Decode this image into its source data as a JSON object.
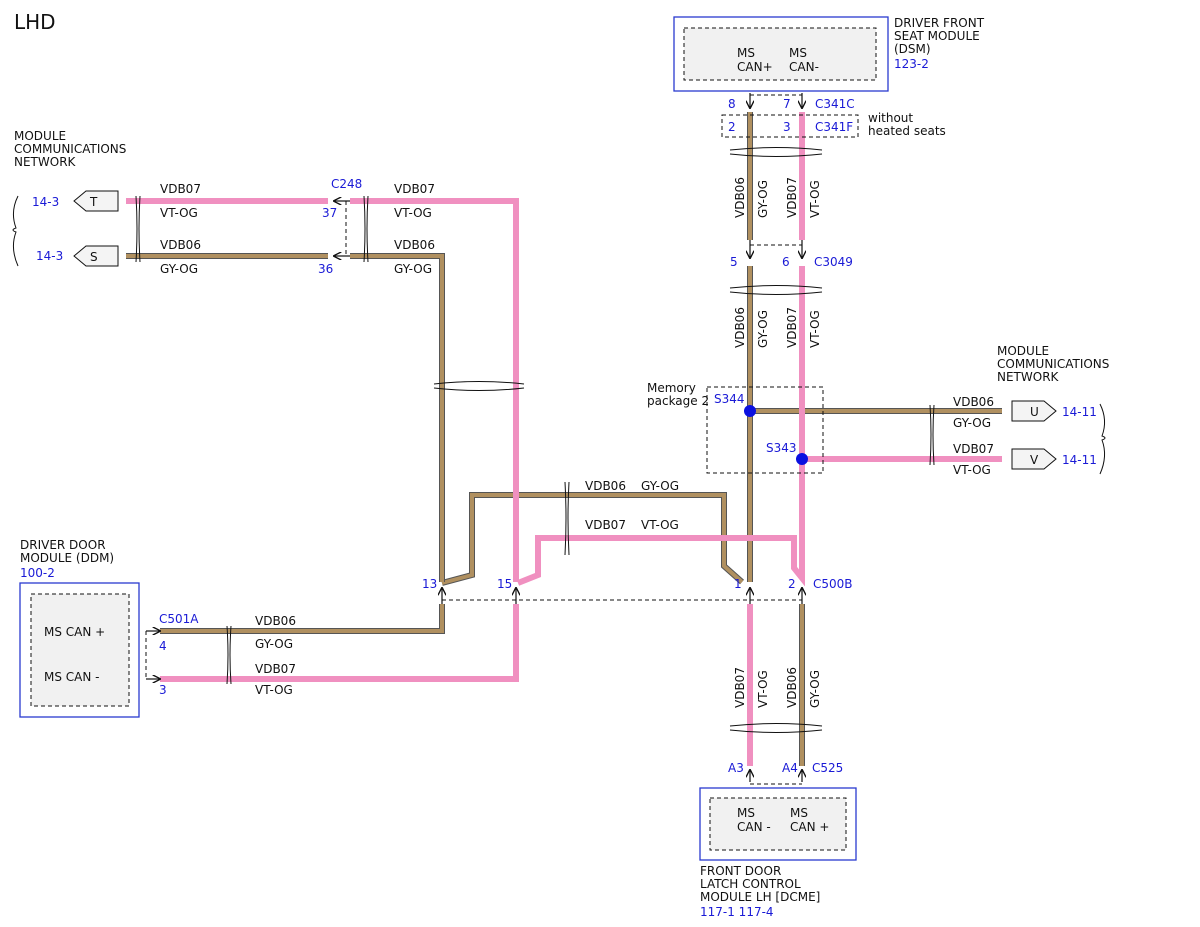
{
  "title": "LHD",
  "colors": {
    "vt_og_wire": "#f090c0",
    "gy_og_wire": "#8a7a55",
    "module_border": "#2a3ad0",
    "splice": "#0a10e0",
    "text_blue": "#1a1ad6"
  },
  "module_comm_left": {
    "line1": "MODULE",
    "line2": "COMMUNICATIONS",
    "line3": "NETWORK"
  },
  "module_comm_right": {
    "line1": "MODULE",
    "line2": "COMMUNICATIONS",
    "line3": "NETWORK"
  },
  "dsm": {
    "name1": "DRIVER FRONT",
    "name2": "SEAT MODULE",
    "name3": "(DSM)",
    "ref": "123-2",
    "pin_plus_1": "MS",
    "pin_plus_2": "CAN+",
    "pin_minus_1": "MS",
    "pin_minus_2": "CAN-"
  },
  "ddm": {
    "name1": "DRIVER DOOR",
    "name2": "MODULE (DDM)",
    "ref": "100-2",
    "pin_plus": "MS CAN +",
    "pin_minus": "MS CAN -"
  },
  "dcme": {
    "name1": "FRONT DOOR",
    "name2": "LATCH CONTROL",
    "name3": "MODULE LH [DCME]",
    "ref": "117-1 117-4",
    "pin_minus_1": "MS",
    "pin_minus_2": "CAN -",
    "pin_plus_1": "MS",
    "pin_plus_2": "CAN +"
  },
  "connectors": {
    "c341c": "C341C",
    "c341c_pin8": "8",
    "c341c_pin7": "7",
    "c341f": "C341F",
    "c341f_pin2": "2",
    "c341f_pin3": "3",
    "without1": "without",
    "without2": "heated seats",
    "c3049": "C3049",
    "c3049_pin5": "5",
    "c3049_pin6": "6",
    "c248": "C248",
    "c248_pin37": "37",
    "c248_pin36": "36",
    "c500b": "C500B",
    "c500b_pin13": "13",
    "c500b_pin15": "15",
    "c500b_pin1": "1",
    "c500b_pin2": "2",
    "c501a": "C501A",
    "c501a_pin4": "4",
    "c501a_pin3": "3",
    "c525": "C525",
    "c525_pinA3": "A3",
    "c525_pinA4": "A4"
  },
  "splices": {
    "s344": "S344",
    "s343": "S343",
    "memory1": "Memory",
    "memory2": "package 2"
  },
  "wire_codes": {
    "vdb06": "VDB06",
    "vdb07": "VDB07",
    "gy_og": "GY-OG",
    "vt_og": "VT-OG"
  },
  "references": {
    "left_t_ref": "14-3",
    "left_t": "T",
    "left_s_ref": "14-3",
    "left_s": "S",
    "right_u_ref": "14-11",
    "right_u": "U",
    "right_v_ref": "14-11",
    "right_v": "V"
  }
}
